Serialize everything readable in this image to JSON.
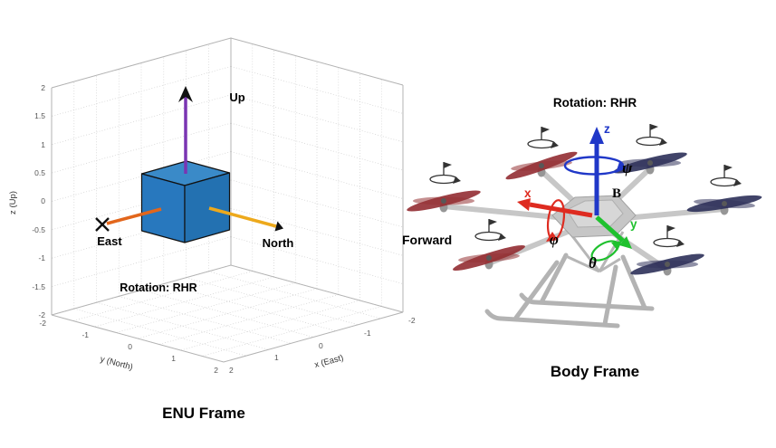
{
  "enu_panel": {
    "title": "ENU Frame",
    "rotation_note": "Rotation: RHR",
    "arrow_labels": {
      "up": "Up",
      "east": "East",
      "north": "North"
    },
    "axis_labels": {
      "z": "z (Up)",
      "y": "y (North)",
      "x": "x (East)"
    },
    "z_ticks": [
      "2",
      "1.5",
      "1",
      "0.5",
      "0",
      "-0.5",
      "-1",
      "-1.5",
      "-2"
    ],
    "y_ticks": [
      "-2",
      "-1",
      "0",
      "1",
      "2"
    ],
    "x_ticks": [
      "2",
      "1",
      "0",
      "-1",
      "-2"
    ],
    "colors": {
      "cube": "#2878BE",
      "cube_top": "#3A8AC8",
      "cube_right": "#2371B1",
      "up_arrow": "#7A35B2",
      "east_arrow": "#E2661C",
      "north_arrow": "#EDA91C"
    }
  },
  "body_panel": {
    "title": "Body Frame",
    "rotation_note": "Rotation: RHR",
    "forward_label": "Forward",
    "frame_label": "B",
    "axis_labels": {
      "x": "x",
      "y": "y",
      "z": "z"
    },
    "angle_labels": {
      "roll": "φ",
      "pitch": "θ",
      "yaw": "ψ"
    },
    "colors": {
      "x_axis": "#DE2B20",
      "y_axis": "#1FC12E",
      "z_axis": "#2038C8",
      "left_propellers": "#8C2025",
      "right_propellers": "#20234E"
    }
  }
}
